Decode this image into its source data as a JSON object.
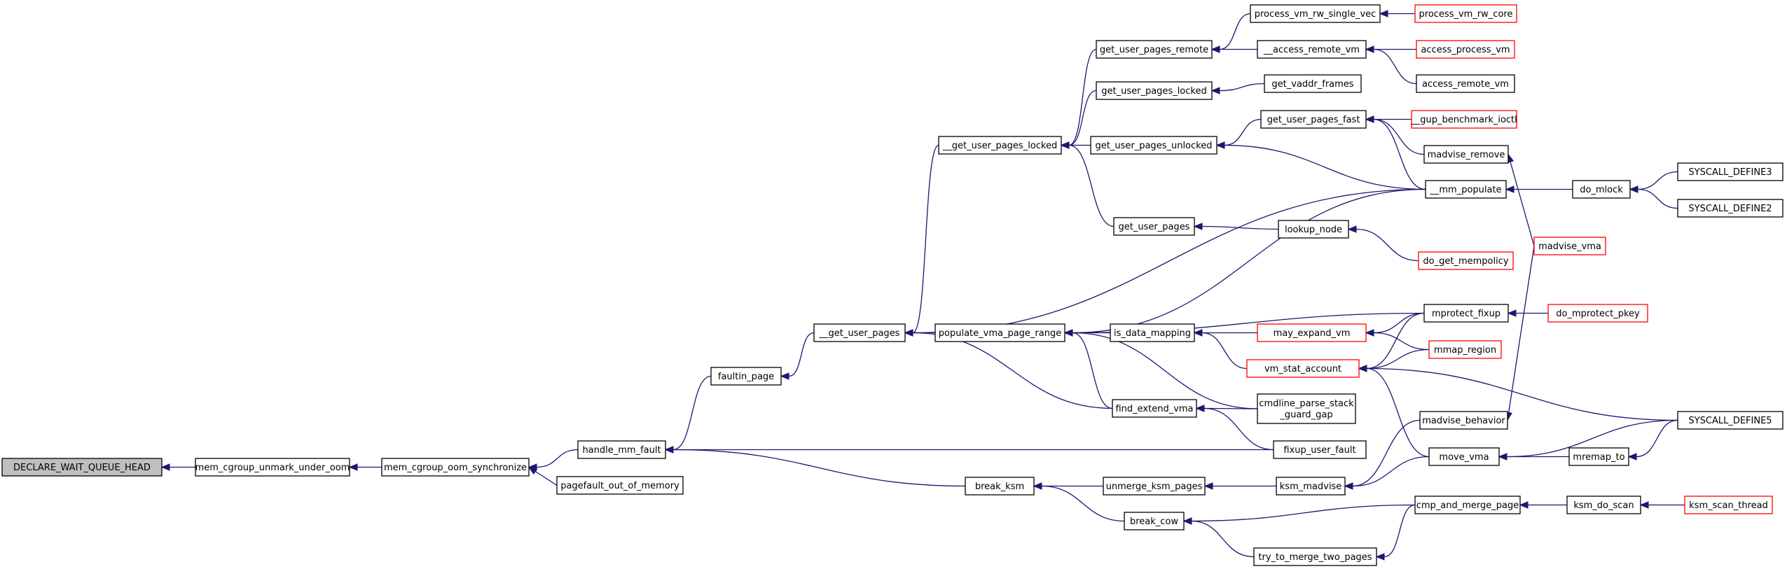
{
  "colors": {
    "edge": "#191970",
    "node_border": "#000000",
    "truncated_node_border": "#ff0000",
    "root_fill": "#bfbfbf",
    "background": "#ffffff"
  },
  "nodes": {
    "n_declare": {
      "label": "DECLARE_WAIT_QUEUE_HEAD",
      "red": false,
      "root": true
    },
    "n_memcg_unmark": {
      "label": "mem_cgroup_unmark_under_oom",
      "red": false
    },
    "n_memcg_sync": {
      "label": "mem_cgroup_oom_synchronize",
      "red": false
    },
    "n_handle_mm_fault": {
      "label": "handle_mm_fault",
      "red": false
    },
    "n_pagefault_oom": {
      "label": "pagefault_out_of_memory",
      "red": false
    },
    "n_faultin_page": {
      "label": "faultin_page",
      "red": false
    },
    "n_get_user_pages_uu": {
      "label": "__get_user_pages",
      "red": false
    },
    "n_get_user_pages_locked_uu": {
      "label": "__get_user_pages_locked",
      "red": false
    },
    "n_populate_vma_page_range": {
      "label": "populate_vma_page_range",
      "red": false
    },
    "n_break_ksm": {
      "label": "break_ksm",
      "red": false
    },
    "n_gup_remote": {
      "label": "get_user_pages_remote",
      "red": false
    },
    "n_gup_locked": {
      "label": "get_user_pages_locked",
      "red": false
    },
    "n_gup_unlocked": {
      "label": "get_user_pages_unlocked",
      "red": false
    },
    "n_gup": {
      "label": "get_user_pages",
      "red": false
    },
    "n_is_data_mapping": {
      "label": "is_data_mapping",
      "red": false
    },
    "n_find_extend_vma": {
      "label": "find_extend_vma",
      "red": false
    },
    "n_unmerge_ksm_pages": {
      "label": "unmerge_ksm_pages",
      "red": false
    },
    "n_break_cow": {
      "label": "break_cow",
      "red": false
    },
    "n_process_vm_rw_single_vec": {
      "label": "process_vm_rw_single_vec",
      "red": false
    },
    "n_access_remote_vm_uu": {
      "label": "__access_remote_vm",
      "red": false
    },
    "n_get_vaddr_frames": {
      "label": "get_vaddr_frames",
      "red": false
    },
    "n_gup_fast": {
      "label": "get_user_pages_fast",
      "red": false
    },
    "n_lookup_node": {
      "label": "lookup_node",
      "red": false
    },
    "n_may_expand_vm": {
      "label": "may_expand_vm",
      "red": true
    },
    "n_vm_stat_account": {
      "label": "vm_stat_account",
      "red": true
    },
    "n_cmdline_parse": {
      "label": [
        "cmdline_parse_stack",
        "_guard_gap"
      ],
      "red": false
    },
    "n_fixup_user_fault": {
      "label": "fixup_user_fault",
      "red": false
    },
    "n_ksm_madvise": {
      "label": "ksm_madvise",
      "red": false
    },
    "n_try_to_merge": {
      "label": "try_to_merge_two_pages",
      "red": false
    },
    "n_process_vm_rw_core": {
      "label": "process_vm_rw_core",
      "red": true
    },
    "n_access_process_vm": {
      "label": "access_process_vm",
      "red": true
    },
    "n_access_remote_vm": {
      "label": "access_remote_vm",
      "red": false
    },
    "n_gup_benchmark_ioctl": {
      "label": "__gup_benchmark_ioctl",
      "red": true
    },
    "n_madvise_remove": {
      "label": "madvise_remove",
      "red": false
    },
    "n_mm_populate": {
      "label": "__mm_populate",
      "red": false
    },
    "n_do_get_mempolicy": {
      "label": "do_get_mempolicy",
      "red": true
    },
    "n_mprotect_fixup": {
      "label": "mprotect_fixup",
      "red": false
    },
    "n_mmap_region": {
      "label": "mmap_region",
      "red": true
    },
    "n_madvise_behavior": {
      "label": "madvise_behavior",
      "red": false
    },
    "n_move_vma": {
      "label": "move_vma",
      "red": false
    },
    "n_cmp_and_merge_page": {
      "label": "cmp_and_merge_page",
      "red": false
    },
    "n_do_mlock": {
      "label": "do_mlock",
      "red": false
    },
    "n_madvise_vma": {
      "label": "madvise_vma",
      "red": true
    },
    "n_do_mprotect_pkey": {
      "label": "do_mprotect_pkey",
      "red": true
    },
    "n_mremap_to": {
      "label": "mremap_to",
      "red": false
    },
    "n_ksm_do_scan": {
      "label": "ksm_do_scan",
      "red": false
    },
    "n_syscall_define3": {
      "label": "SYSCALL_DEFINE3",
      "red": false
    },
    "n_syscall_define2": {
      "label": "SYSCALL_DEFINE2",
      "red": false
    },
    "n_syscall_define5": {
      "label": "SYSCALL_DEFINE5",
      "red": false
    },
    "n_ksm_scan_thread": {
      "label": "ksm_scan_thread",
      "red": true
    }
  },
  "edges": [
    [
      "n_memcg_unmark",
      "n_declare"
    ],
    [
      "n_memcg_sync",
      "n_memcg_unmark"
    ],
    [
      "n_handle_mm_fault",
      "n_memcg_sync"
    ],
    [
      "n_pagefault_oom",
      "n_memcg_sync"
    ],
    [
      "n_faultin_page",
      "n_handle_mm_fault"
    ],
    [
      "n_fixup_user_fault",
      "n_handle_mm_fault"
    ],
    [
      "n_break_ksm",
      "n_handle_mm_fault"
    ],
    [
      "n_get_user_pages_uu",
      "n_faultin_page"
    ],
    [
      "n_get_user_pages_locked_uu",
      "n_get_user_pages_uu"
    ],
    [
      "n_populate_vma_page_range",
      "n_get_user_pages_uu"
    ],
    [
      "n_find_extend_vma",
      "n_get_user_pages_uu"
    ],
    [
      "n_mm_populate",
      "n_get_user_pages_uu"
    ],
    [
      "n_gup_remote",
      "n_get_user_pages_locked_uu"
    ],
    [
      "n_gup_locked",
      "n_get_user_pages_locked_uu"
    ],
    [
      "n_gup_unlocked",
      "n_get_user_pages_locked_uu"
    ],
    [
      "n_gup",
      "n_get_user_pages_locked_uu"
    ],
    [
      "n_mm_populate",
      "n_populate_vma_page_range"
    ],
    [
      "n_is_data_mapping",
      "n_populate_vma_page_range"
    ],
    [
      "n_mprotect_fixup",
      "n_populate_vma_page_range"
    ],
    [
      "n_find_extend_vma",
      "n_populate_vma_page_range"
    ],
    [
      "n_cmdline_parse",
      "n_populate_vma_page_range"
    ],
    [
      "n_unmerge_ksm_pages",
      "n_break_ksm"
    ],
    [
      "n_break_cow",
      "n_break_ksm"
    ],
    [
      "n_process_vm_rw_single_vec",
      "n_gup_remote"
    ],
    [
      "n_access_remote_vm_uu",
      "n_gup_remote"
    ],
    [
      "n_get_vaddr_frames",
      "n_gup_locked"
    ],
    [
      "n_gup_fast",
      "n_gup_unlocked"
    ],
    [
      "n_mm_populate",
      "n_gup_unlocked"
    ],
    [
      "n_lookup_node",
      "n_gup"
    ],
    [
      "n_may_expand_vm",
      "n_is_data_mapping"
    ],
    [
      "n_vm_stat_account",
      "n_is_data_mapping"
    ],
    [
      "n_cmdline_parse",
      "n_find_extend_vma"
    ],
    [
      "n_fixup_user_fault",
      "n_find_extend_vma"
    ],
    [
      "n_ksm_madvise",
      "n_unmerge_ksm_pages"
    ],
    [
      "n_cmp_and_merge_page",
      "n_break_cow"
    ],
    [
      "n_try_to_merge",
      "n_break_cow"
    ],
    [
      "n_process_vm_rw_core",
      "n_process_vm_rw_single_vec"
    ],
    [
      "n_access_process_vm",
      "n_access_remote_vm_uu"
    ],
    [
      "n_access_remote_vm",
      "n_access_remote_vm_uu"
    ],
    [
      "n_gup_benchmark_ioctl",
      "n_gup_fast"
    ],
    [
      "n_madvise_remove",
      "n_gup_fast"
    ],
    [
      "n_mm_populate",
      "n_gup_fast"
    ],
    [
      "n_do_get_mempolicy",
      "n_lookup_node"
    ],
    [
      "n_mprotect_fixup",
      "n_may_expand_vm"
    ],
    [
      "n_mmap_region",
      "n_may_expand_vm"
    ],
    [
      "n_mprotect_fixup",
      "n_vm_stat_account"
    ],
    [
      "n_mmap_region",
      "n_vm_stat_account"
    ],
    [
      "n_move_vma",
      "n_vm_stat_account"
    ],
    [
      "n_syscall_define5",
      "n_vm_stat_account"
    ],
    [
      "n_madvise_behavior",
      "n_ksm_madvise"
    ],
    [
      "n_move_vma",
      "n_ksm_madvise"
    ],
    [
      "n_cmp_and_merge_page",
      "n_try_to_merge"
    ],
    [
      "n_madvise_vma",
      "n_madvise_remove"
    ],
    [
      "n_do_mlock",
      "n_mm_populate"
    ],
    [
      "n_do_mprotect_pkey",
      "n_mprotect_fixup"
    ],
    [
      "n_madvise_vma",
      "n_madvise_behavior"
    ],
    [
      "n_syscall_define5",
      "n_move_vma"
    ],
    [
      "n_mremap_to",
      "n_move_vma"
    ],
    [
      "n_ksm_do_scan",
      "n_cmp_and_merge_page"
    ],
    [
      "n_syscall_define3",
      "n_do_mlock"
    ],
    [
      "n_syscall_define2",
      "n_do_mlock"
    ],
    [
      "n_syscall_define5",
      "n_mremap_to"
    ],
    [
      "n_ksm_scan_thread",
      "n_ksm_do_scan"
    ]
  ]
}
